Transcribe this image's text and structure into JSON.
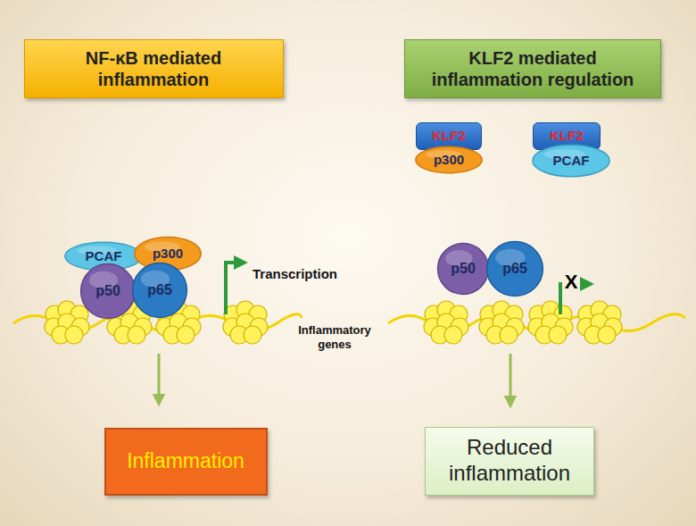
{
  "diagram": {
    "nodes": [
      {
        "text": [
          "NF-κB mediated inflammation"
        ]
      },
      {
        "text": [
          "KLF2 mediated inflammation regulation"
        ]
      },
      {
        "text": [
          "KLF2"
        ]
      },
      {
        "text": [
          "p300"
        ]
      },
      {
        "text": [
          "KLF2"
        ]
      },
      {
        "text": [
          "PCAF"
        ]
      },
      {
        "text": [
          "PCAF"
        ]
      },
      {
        "text": [
          "p300"
        ]
      },
      {
        "text": [
          "p50"
        ]
      },
      {
        "text": [
          "p65"
        ]
      },
      {
        "text": [
          "p50"
        ]
      },
      {
        "text": [
          "p65"
        ]
      },
      {
        "text": [
          "Inflammation"
        ]
      },
      {
        "text": [
          "Reduced inflammation"
        ]
      }
    ],
    "labels": [
      "Transcription",
      "Inflammatory genes",
      "X"
    ]
  }
}
